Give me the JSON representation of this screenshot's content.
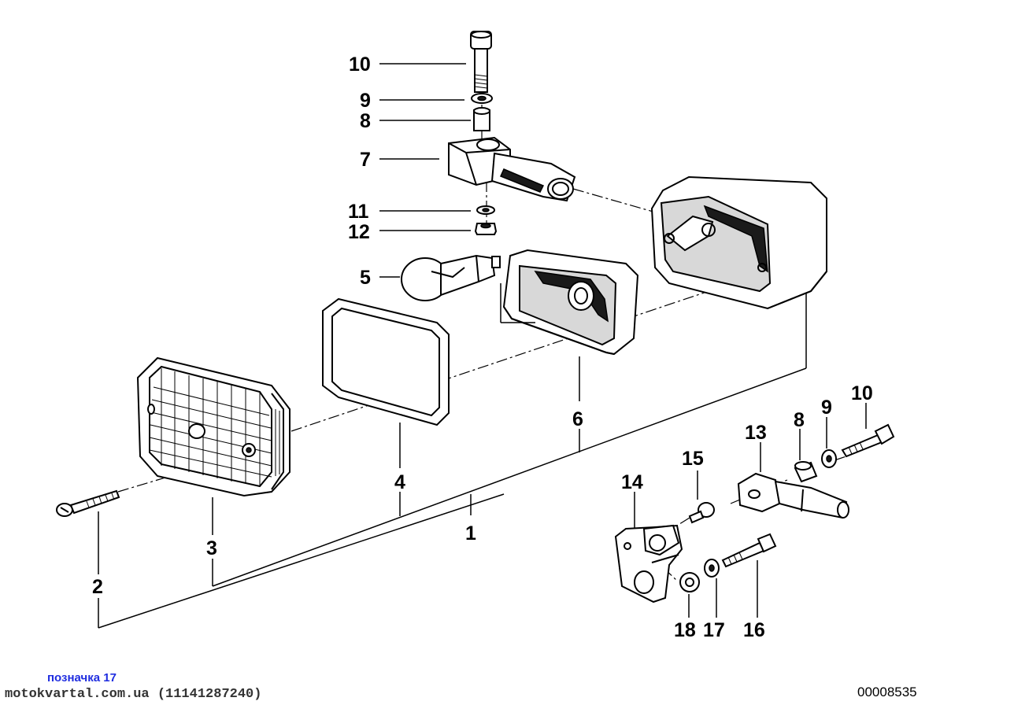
{
  "diagram": {
    "callouts": {
      "c1": "1",
      "c2": "2",
      "c3": "3",
      "c4": "4",
      "c5": "5",
      "c6": "6",
      "c7": "7",
      "c8_top": "8",
      "c9_top": "9",
      "c10_top": "10",
      "c11": "11",
      "c12": "12",
      "c13": "13",
      "c8_right": "8",
      "c9_right": "9",
      "c10_right": "10",
      "c14": "14",
      "c15": "15",
      "c16": "16",
      "c17": "17",
      "c18": "18"
    }
  },
  "footer": {
    "label_note": "позначка 17",
    "watermark": "motokvartal.com.ua (11141287240)",
    "diagram_number": "00008535"
  }
}
